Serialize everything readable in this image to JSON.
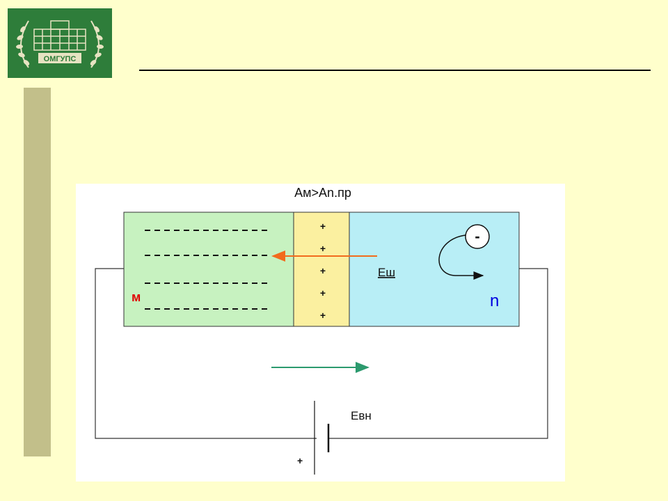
{
  "header": {
    "logo_text": "ОМГУПС"
  },
  "diagram": {
    "title": "Ам>Аn.пр",
    "metal_label": "м",
    "semiconductor_label": "n",
    "field_label": "Еш",
    "source_label": "Евн",
    "electron_sign": "-",
    "layer_sign": "+",
    "battery_plus": "+",
    "colors": {
      "metal": "#C7F2C0",
      "junction": "#FBF0A0",
      "semiconductor": "#B8EEF6",
      "field_arrow": "#F26B1D",
      "current_arrow": "#2C9A6E"
    }
  }
}
